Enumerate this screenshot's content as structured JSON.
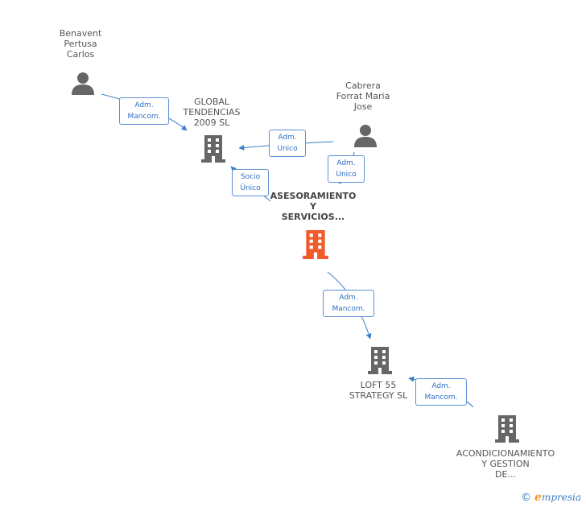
{
  "nodes": {
    "benavent": {
      "label": "Benavent\nPertusa\nCarlos",
      "type": "person"
    },
    "cabrera": {
      "label": "Cabrera\nForrat Maria\nJose",
      "type": "person"
    },
    "global_tendencias": {
      "label": "GLOBAL\nTENDENCIAS\n2009 SL",
      "type": "company"
    },
    "asesoramiento": {
      "label": "ASESORAMIENTO\nY\nSERVICIOS...",
      "type": "company-main"
    },
    "loft55": {
      "label": "LOFT 55\nSTRATEGY SL",
      "type": "company"
    },
    "acondicionamiento": {
      "label": "ACONDICIONAMIENTO\nY GESTION\nDE...",
      "type": "company"
    }
  },
  "edges": [
    {
      "from": "benavent",
      "to": "global_tendencias",
      "label": "Adm.\nMancom."
    },
    {
      "from": "cabrera",
      "to": "global_tendencias",
      "label": "Adm.\nUnico"
    },
    {
      "from": "cabrera",
      "to": "asesoramiento",
      "label": "Adm.\nUnico"
    },
    {
      "from": "asesoramiento",
      "to": "global_tendencias",
      "label": "Socio\nÚnico"
    },
    {
      "from": "asesoramiento",
      "to": "loft55",
      "label": "Adm.\nMancom."
    },
    {
      "from": "acondicionamiento",
      "to": "loft55",
      "label": "Adm.\nMancom."
    }
  ],
  "watermark": {
    "symbol": "©",
    "brand_initial": "e",
    "brand_rest": "mpresia"
  },
  "colors": {
    "edge": "#3a7fc9",
    "edge_label_border": "#5b8fd6",
    "icon": "#666666",
    "main_icon": "#f15a29",
    "text": "#555555"
  }
}
